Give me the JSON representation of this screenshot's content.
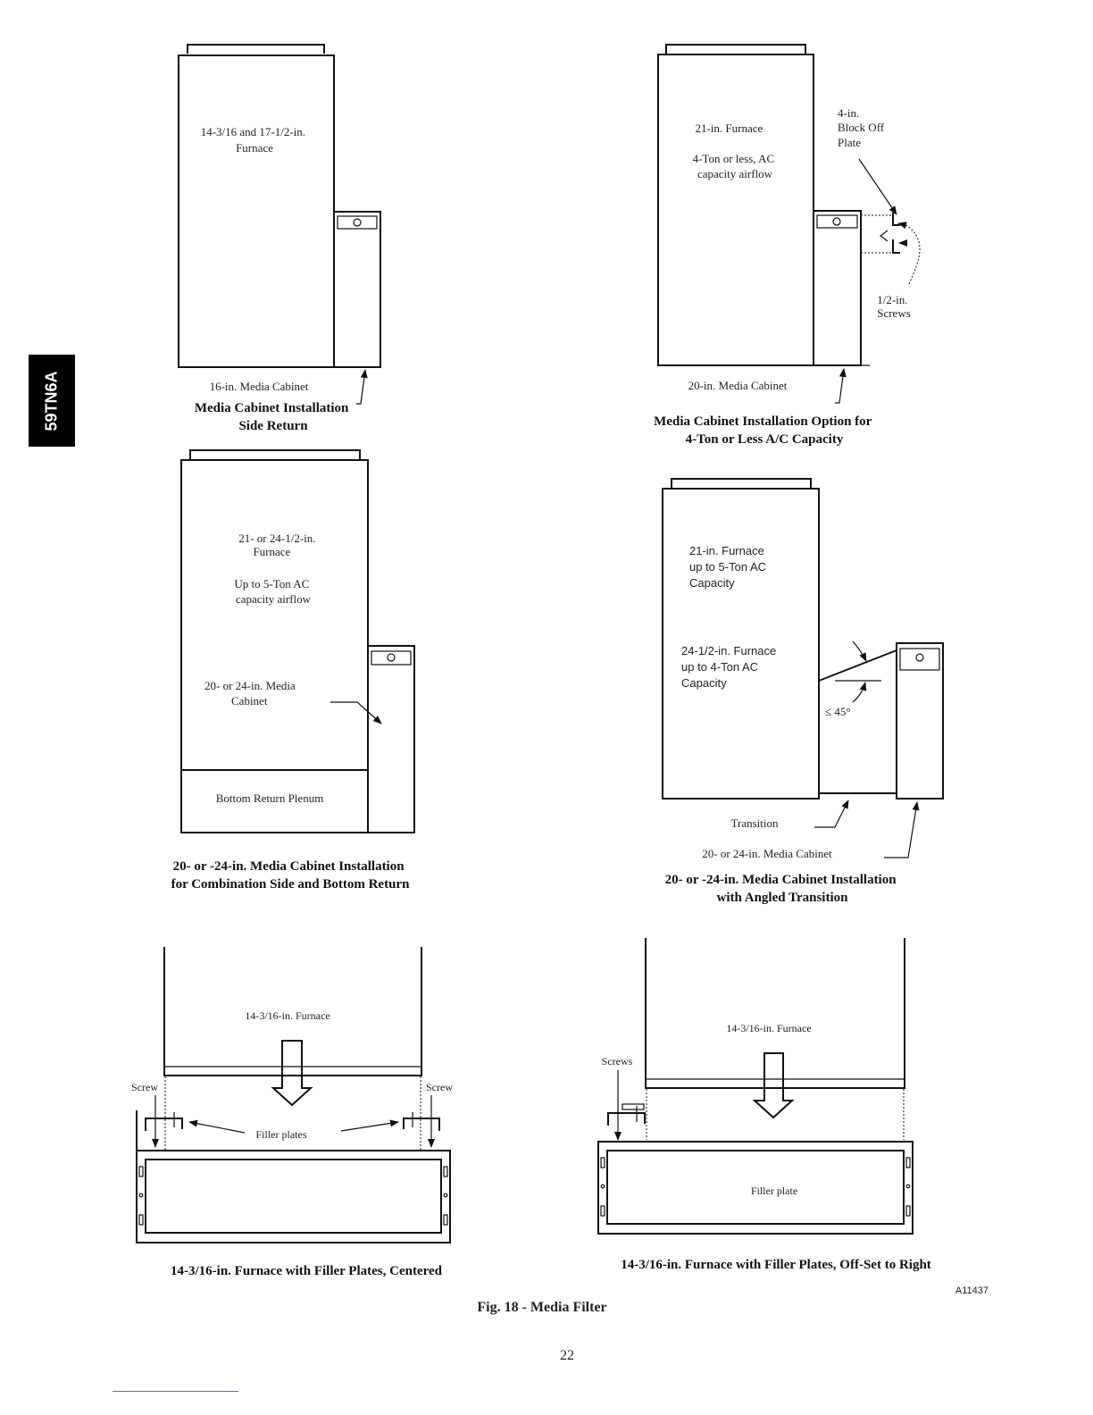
{
  "side_tab": "59TN6A",
  "diagram1": {
    "furnace_label": [
      "14-3/16 and 17-1/2-in.",
      "Furnace"
    ],
    "cabinet_label": "16-in. Media Cabinet",
    "caption": [
      "Media Cabinet Installation",
      "Side Return"
    ]
  },
  "diagram2": {
    "furnace_label": [
      "21-in. Furnace",
      "",
      "4-Ton or less, AC",
      "capacity airflow"
    ],
    "block_label": [
      "4-in.",
      "Block Off",
      "Plate"
    ],
    "screws_label": [
      "1/2-in.",
      "Screws"
    ],
    "cabinet_label": "20-in. Media Cabinet",
    "caption": [
      "Media Cabinet Installation Option for",
      "4-Ton or Less A/C Capacity"
    ]
  },
  "diagram3": {
    "furnace_label": [
      "21- or 24-1/2-in.",
      "Furnace",
      "",
      "Up to 5-Ton AC",
      "capacity airflow"
    ],
    "cabinet_label": [
      "20- or 24-in. Media",
      "Cabinet"
    ],
    "plenum_label": "Bottom Return Plenum",
    "caption": [
      "20- or -24-in. Media Cabinet Installation",
      "for Combination Side and Bottom Return"
    ]
  },
  "diagram4": {
    "label_a": [
      "21-in. Furnace",
      "up to 5-Ton AC",
      "Capacity"
    ],
    "label_b": [
      "24-1/2-in. Furnace",
      "up to 4-Ton AC",
      "Capacity"
    ],
    "angle_label": "≤ 45°",
    "transition_label": "Transition",
    "cabinet_label": "20- or 24-in. Media Cabinet",
    "caption": [
      "20- or -24-in. Media Cabinet Installation",
      "with Angled Transition"
    ]
  },
  "diagram5": {
    "furnace_label": "14-3/16-in. Furnace",
    "screw_left": "Screw",
    "screw_right": "Screw",
    "filler_label": "Filler plates",
    "caption": "14-3/16-in. Furnace with Filler Plates, Centered"
  },
  "diagram6": {
    "furnace_label": "14-3/16-in. Furnace",
    "screws_label": "Screws",
    "filler_label": "Filler plate",
    "caption": "14-3/16-in. Furnace with Filler Plates, Off-Set to Right"
  },
  "figure_id": "A11437",
  "figure_caption": "Fig. 18 - Media Filter",
  "page_number": "22"
}
